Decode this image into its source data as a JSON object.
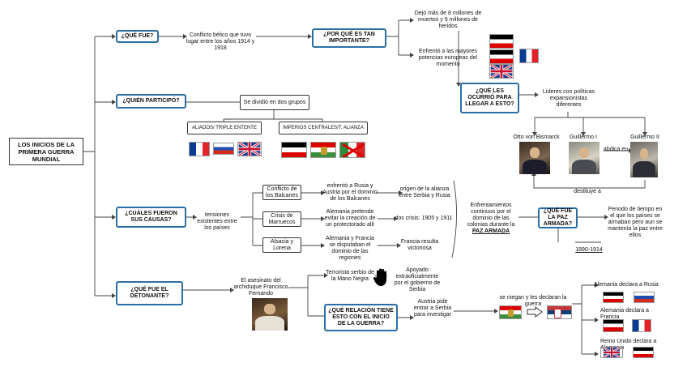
{
  "main": {
    "title": "LOS INICIOS DE LA PRIMERA GUERRA MUNDIAL"
  },
  "q1": {
    "question": "¿QUÉ FUE?",
    "answer": "Conflicto bélico que tuvo lugar entre los años 1914 y 1918",
    "why_question": "¿POR QUÉ ES TAN IMPORTANTE?",
    "reason1": "Dejó más de 8 millones de muertos y 9 millones de heridos",
    "reason2": "Enfrentó a las mayores potencias europeas del momento"
  },
  "q2": {
    "question": "¿QUIÉN PARTICIPÓ?",
    "split": "Se dividió en dos grupos",
    "group1": "ALIADOS/ TRIPLE ENTENTE",
    "group2": "IMPERIOS CENTRALES/T. ALIANZA"
  },
  "q3": {
    "question": "¿QUÉ LES OCURRIÓ PARA LLEGAR A ESTO?",
    "leaders": "Líderes con políticas expansionistas diferentes",
    "p1": "Otto von Bismarck",
    "p2": "Guillermo I",
    "p3": "Guillermo II",
    "abdica": "abdica en",
    "destituye": "destituye a"
  },
  "q4": {
    "question": "¿CUÁLES FUERON SUS CAUSAS?",
    "tension": "tensiones existentes entre los países",
    "c1": "Conflicto de los Balcanes",
    "c1_desc": "enfrentó a Rusia y Austria por el dominio de los Balcanes",
    "c1_res": "origen de la alianza entre Serbia y Rusia",
    "c2": "Crisis de Marruecos",
    "c2_desc": "Alemania pretende evitar la creación de un protectorado allí",
    "c2_res": "dos crisis: 1905 y 1911",
    "c3": "Alsacia y Lorena",
    "c3_desc": "Alemania y Francia se disputaban el dominio de las regiones",
    "c3_res": "Francia resulta victoriosa",
    "confront_pre": "Enfrentamientos continuos por el dominio de las colonias durante la ",
    "confront_link": "PAZ ARMADA",
    "paz_q": "¿QUÉ FUE LA PAZ ARMADA?",
    "paz_a": "Periodo de tiempo en el que los países se armaban pero aun se mantenía la paz entre ellos",
    "paz_years": "1890-1914"
  },
  "q5": {
    "question": "¿QUÉ FUE EL DETONANTE?",
    "event": "El asesinato del archiduque Francisco Fernando",
    "terrorist": "Terrorista serbio de la Mano Negra",
    "support": "Apoyado extraoficialmente por el gobierno de Serbia",
    "relation_q": "¿QUÉ RELACIÓN TIENE ESTO CON EL INICIO DE LA GUERRA?",
    "austria": "Austria pide entrar a Serbia para investigar",
    "refuse": "se niegan y les declaran la guerra",
    "d1": "Alemania declara a Rusia",
    "d2": "Alemania declara a Francia",
    "d3": "Reino Unido declara a Alemania"
  }
}
